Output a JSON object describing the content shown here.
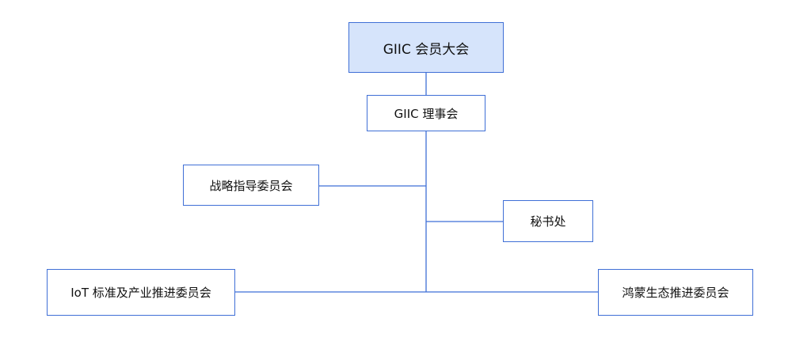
{
  "org_chart": {
    "assembly": "GIIC 会员大会",
    "council": "GIIC 理事会",
    "strategy_committee": "战略指导委员会",
    "secretariat": "秘书处",
    "iot_committee": "IoT 标准及产业推进委员会",
    "harmony_committee": "鸿蒙生态推进委员会"
  },
  "colors": {
    "line": "#3f6fd6",
    "top_fill": "#d6e4fb",
    "box_fill": "#ffffff"
  }
}
